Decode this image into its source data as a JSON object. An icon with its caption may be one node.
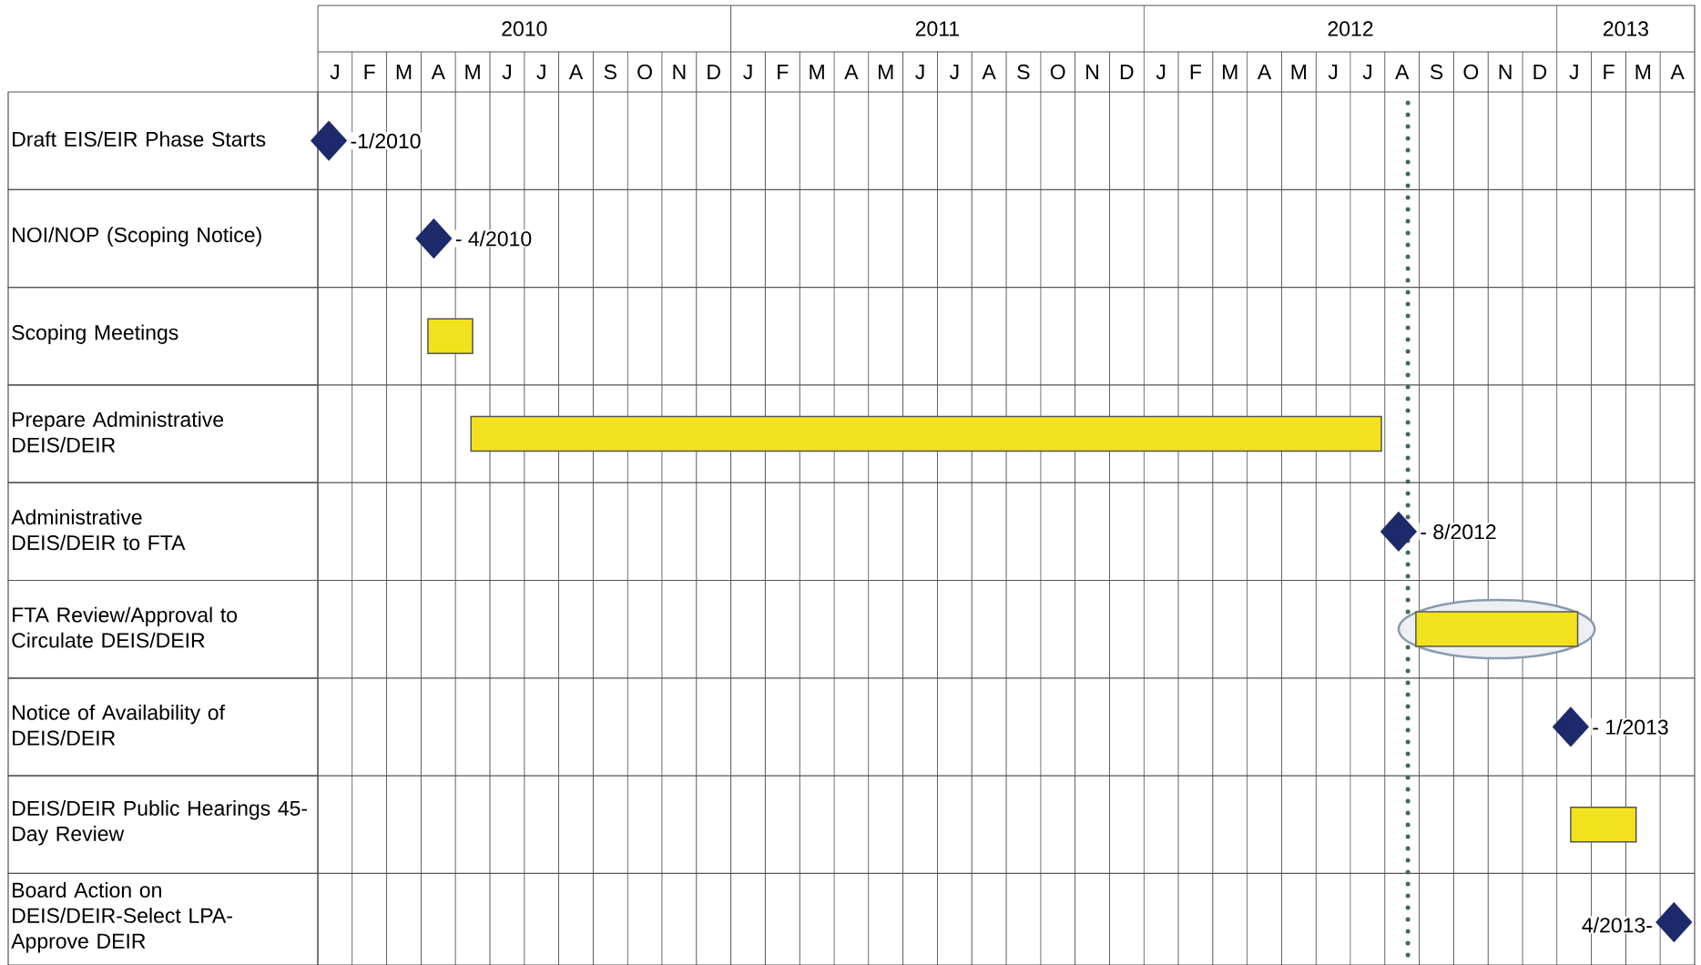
{
  "diagram": {
    "nodes": [
      {
        "text": [
          "Draft EIS/EIR Phase Starts"
        ]
      },
      {
        "text": [
          "NOI/NOP (Scoping Notice)"
        ]
      },
      {
        "text": [
          "Scoping Meetings"
        ]
      },
      {
        "text": [
          "Prepare Administrative DEIS/DEIR"
        ]
      },
      {
        "text": [
          "Administrative DEIS/DEIR to FTA"
        ]
      },
      {
        "text": [
          "FTA Review/Approval to Circulate DEIS/DEIR"
        ]
      },
      {
        "text": [
          "Notice of Availability of DEIS/DEIR"
        ]
      },
      {
        "text": [
          "DEIS/DEIR Public Hearings 45-Day Review"
        ]
      },
      {
        "text": [
          "Board Action on DEIS/DEIR-Select LPA- Approve DEIR"
        ]
      },
      {
        "text": [],
        "shape": "diamond",
        "beside": [
          "-1/2010"
        ]
      },
      {
        "text": [],
        "shape": "diamond",
        "beside": [
          "- 4/2010"
        ]
      },
      {
        "text": [],
        "shape": "bar"
      },
      {
        "text": [],
        "shape": "bar"
      },
      {
        "text": [],
        "shape": "diamond",
        "beside": [
          "- 8/2012"
        ]
      },
      {
        "text": [],
        "shape": "bar"
      },
      {
        "text": [],
        "shape": "diamond",
        "beside": [
          "- 1/2013"
        ]
      },
      {
        "text": [],
        "shape": "bar"
      },
      {
        "text": [],
        "shape": "diamond",
        "beside": [
          "4/2013-"
        ]
      }
    ],
    "labels": [
      "2010",
      "2011",
      "2012",
      "2013",
      "J",
      "F",
      "M",
      "A",
      "M",
      "J",
      "J",
      "A",
      "S",
      "O",
      "N",
      "D",
      "J",
      "F",
      "M",
      "A",
      "M",
      "J",
      "J",
      "A",
      "S",
      "O",
      "N",
      "D",
      "J",
      "F",
      "M",
      "A",
      "M",
      "J",
      "J",
      "A",
      "S",
      "O",
      "N",
      "D",
      "J",
      "F",
      "M",
      "A"
    ]
  }
}
